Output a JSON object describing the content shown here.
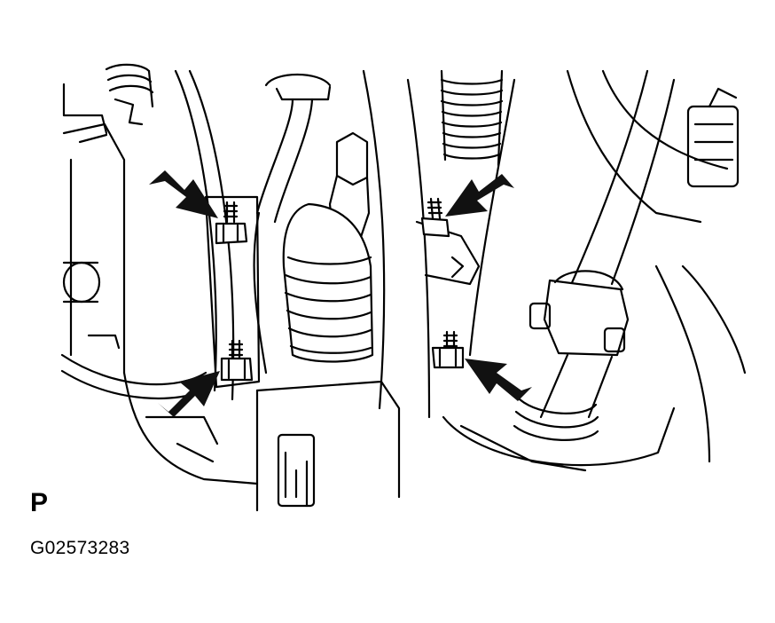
{
  "figure": {
    "view_label": "P",
    "code": "G02573283"
  },
  "callouts": [
    {
      "id": "arrow-nut-upper-left",
      "points_to": "nut-upper-left"
    },
    {
      "id": "arrow-nut-lower-left",
      "points_to": "nut-lower-left"
    },
    {
      "id": "arrow-nut-upper-right",
      "points_to": "nut-upper-right"
    },
    {
      "id": "arrow-nut-lower-right",
      "points_to": "nut-lower-right"
    }
  ],
  "colors": {
    "line": "#000000",
    "fill": "#ffffff",
    "arrow": "#111111"
  }
}
